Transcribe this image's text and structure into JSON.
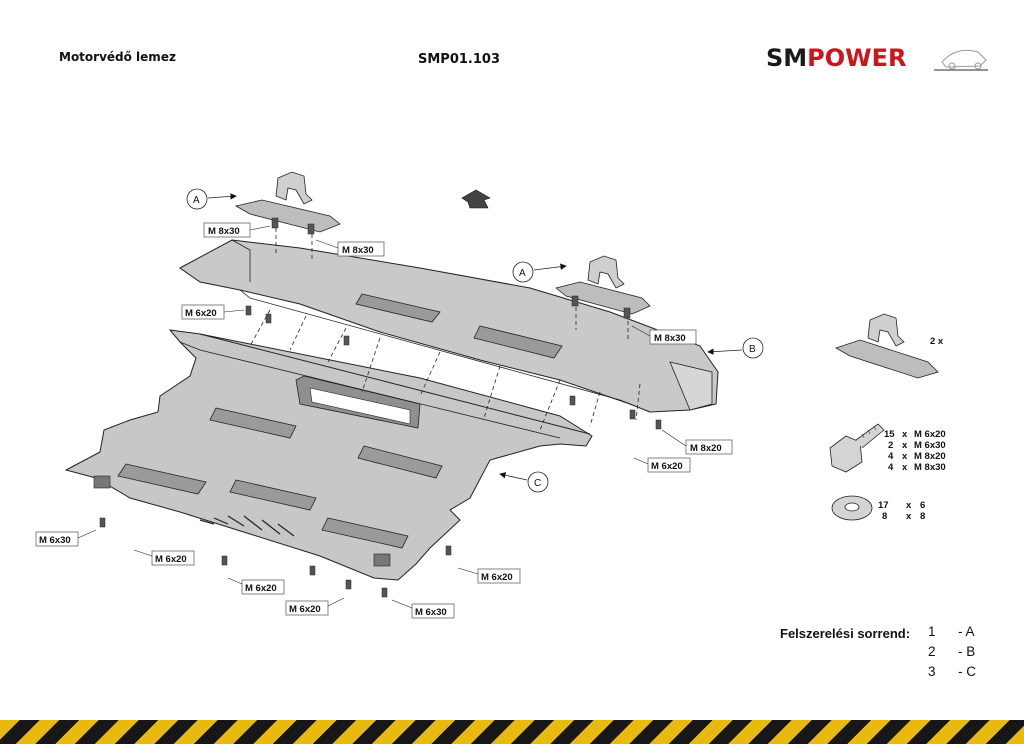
{
  "header": {
    "title": "Motorvédő lemez",
    "code": "SMP01.103",
    "logo_left": "SM",
    "logo_right": "POWER",
    "logo_color": "#d0141b"
  },
  "diagram": {
    "callouts": {
      "a1": "A",
      "a2": "A",
      "b": "B",
      "c": "C"
    },
    "labels": {
      "l1": "M 8x30",
      "l2": "M 8x30",
      "l3": "M 6x20",
      "l4": "M 8x30",
      "l5": "M 8x20",
      "l6": "M 6x20",
      "l7": "M 6x30",
      "l8": "M 6x20",
      "l9": "M 6x20",
      "l10": "M 6x20",
      "l11": "M 6x20",
      "l12": "M 6x30"
    },
    "bracket_qty": "2 x"
  },
  "hardware": {
    "bolts": [
      {
        "qty": "15",
        "x": "x",
        "size": "M 6x20"
      },
      {
        "qty": "2",
        "x": "x",
        "size": "M 6x30"
      },
      {
        "qty": "4",
        "x": "x",
        "size": "M 8x20"
      },
      {
        "qty": "4",
        "x": "x",
        "size": "M 8x30"
      }
    ],
    "washers": [
      {
        "qty": "17",
        "x": "x",
        "size": "6"
      },
      {
        "qty": "8",
        "x": "x",
        "size": "8"
      }
    ]
  },
  "order": {
    "heading": "Felszerelési sorrend:",
    "steps": [
      {
        "num": "1",
        "letter": "- A"
      },
      {
        "num": "2",
        "letter": "- B"
      },
      {
        "num": "3",
        "letter": "- C"
      }
    ]
  }
}
